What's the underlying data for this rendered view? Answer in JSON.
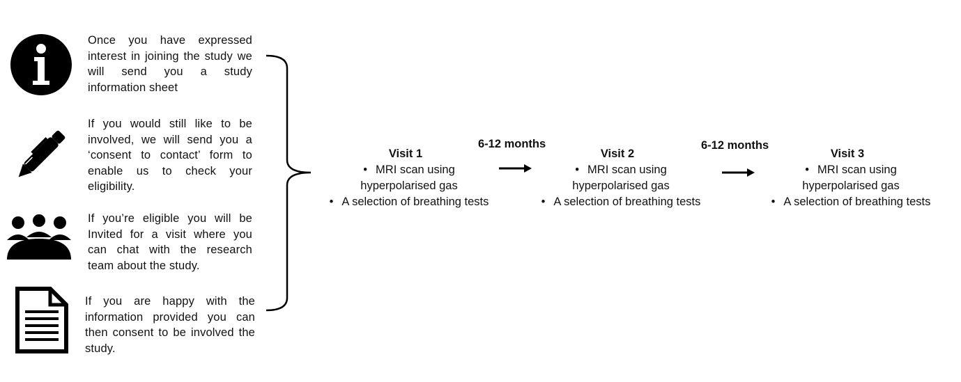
{
  "steps": [
    {
      "icon": "info-icon",
      "text": "Once you have expressed interest in joining the study we will send you a study information sheet"
    },
    {
      "icon": "pen-icon",
      "text": "If you would still like to be involved, we will send you a ‘consent to contact’ form to enable us to check your eligibility."
    },
    {
      "icon": "group-icon",
      "text": "If you’re eligible you will be Invited for a visit where you can chat with the research team about the study."
    },
    {
      "icon": "document-icon",
      "text": "If you are happy with the information provided you can then consent to be involved the study."
    }
  ],
  "visits": [
    {
      "title": "Visit 1",
      "bullet1_line1": "MRI scan using",
      "bullet1_line2": "hyperpolarised gas",
      "bullet2": "A selection of breathing tests"
    },
    {
      "title": "Visit 2",
      "bullet1_line1": "MRI scan using",
      "bullet1_line2": "hyperpolarised gas",
      "bullet2": "A selection of breathing tests"
    },
    {
      "title": "Visit 3",
      "bullet1_line1": "MRI scan using",
      "bullet1_line2": "hyperpolarised gas",
      "bullet2": "A selection of breathing tests"
    }
  ],
  "intervals": [
    {
      "label": "6-12 months"
    },
    {
      "label": "6-12 months"
    }
  ],
  "bullet_glyph": "•"
}
